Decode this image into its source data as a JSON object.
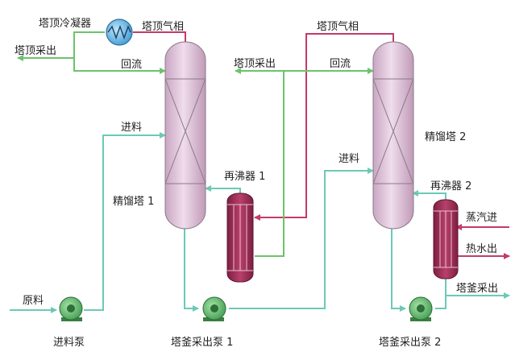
{
  "labels": {
    "top_condenser": "塔顶冷凝器",
    "top_vapor_1": "塔顶气相",
    "top_product_1": "塔顶采出",
    "reflux_1": "回流",
    "feed_1": "进料",
    "column_1": "精馏塔 1",
    "reboiler_1": "再沸器 1",
    "top_vapor_2": "塔顶气相",
    "top_product_2": "塔顶采出",
    "reflux_2": "回流",
    "column_2": "精馏塔 2",
    "feed_2": "进料",
    "reboiler_2": "再沸器 2",
    "steam_in": "蒸汽进",
    "hot_water_out": "热水出",
    "bottoms_2": "塔釜采出",
    "raw_material": "原料",
    "feed_pump": "进料泵",
    "bottoms_pump_1": "塔釜采出泵 1",
    "bottoms_pump_2": "塔釜采出泵 2"
  },
  "colors": {
    "liquid_line": "#6cc9b6",
    "green_line": "#6cc36c",
    "vapor_line": "#c43a6a",
    "column_body": "#e6c8de",
    "column_edge": "#8a7a88",
    "reboiler_body": "#9e2a52",
    "pump_green": "#5cbf6a",
    "condenser_blue": "#4aa8e0"
  }
}
